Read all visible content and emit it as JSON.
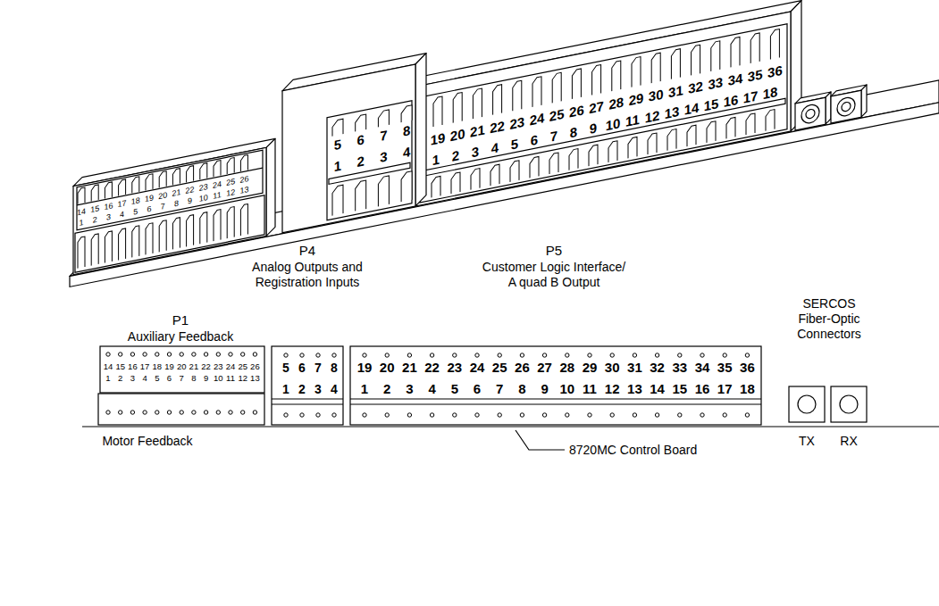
{
  "diagram": {
    "labels": [
      "14",
      "15",
      "16",
      "17",
      "18",
      "19",
      "20",
      "21",
      "22",
      "23",
      "24",
      "25",
      "26",
      "1",
      "2",
      "3",
      "4",
      "5",
      "6",
      "7",
      "8",
      "9",
      "10",
      "11",
      "12",
      "13",
      "5",
      "6",
      "7",
      "8",
      "1",
      "2",
      "3",
      "4",
      "19",
      "20",
      "21",
      "22",
      "23",
      "24",
      "25",
      "26",
      "27",
      "28",
      "29",
      "30",
      "31",
      "32",
      "33",
      "34",
      "35",
      "36",
      "1",
      "2",
      "3",
      "4",
      "5",
      "6",
      "7",
      "8",
      "9",
      "10",
      "11",
      "12",
      "13",
      "14",
      "15",
      "16",
      "17",
      "18",
      "P1",
      "Auxiliary Feedback",
      "P4",
      "Analog Outputs and Registration Inputs",
      "P5",
      "Customer Logic Interface/ A quad B Output",
      "14",
      "15",
      "16",
      "17",
      "18",
      "19",
      "20",
      "21",
      "22",
      "23",
      "24",
      "25",
      "26",
      "1",
      "2",
      "3",
      "4",
      "5",
      "6",
      "7",
      "8",
      "9",
      "10",
      "11",
      "12",
      "13",
      "5",
      "6",
      "7",
      "8",
      "1",
      "2",
      "3",
      "4",
      "19",
      "20",
      "21",
      "22",
      "23",
      "24",
      "25",
      "26",
      "27",
      "28",
      "29",
      "30",
      "31",
      "32",
      "33",
      "34",
      "35",
      "36",
      "1",
      "2",
      "3",
      "4",
      "5",
      "6",
      "7",
      "8",
      "9",
      "10",
      "11",
      "12",
      "13",
      "14",
      "15",
      "16",
      "17",
      "18",
      "SERCOS Fiber-Optic Connectors",
      "TX",
      "RX",
      "Motor Feedback",
      "8720MC Control Board"
    ]
  }
}
